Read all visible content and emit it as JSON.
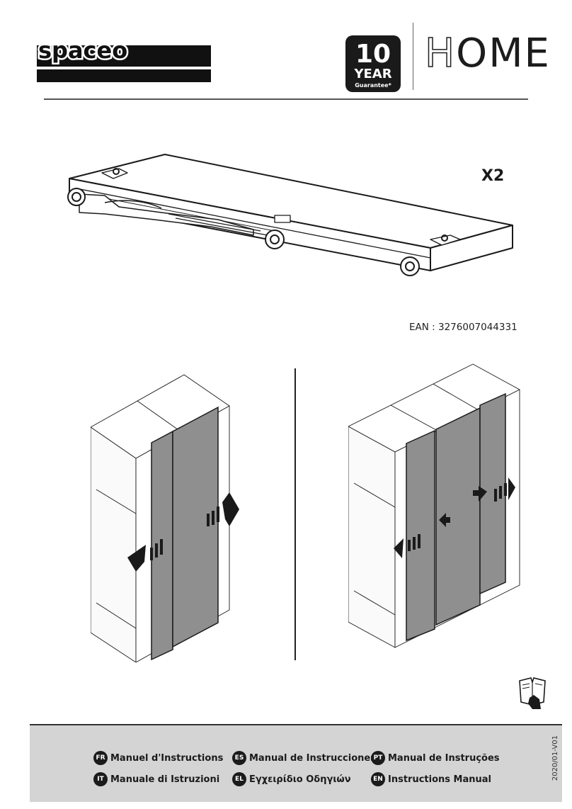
{
  "brand": {
    "name": "spaceo"
  },
  "guarantee": {
    "years": "10",
    "unit": "YEAR",
    "label": "Guarantee*"
  },
  "collection": {
    "title": "HOME"
  },
  "product": {
    "quantity": "X2",
    "ean": "EAN : 3276007044331"
  },
  "illustrations": {
    "rail": "sliding-door-rail-icon",
    "two_door": "two-door-wardrobe-icon",
    "three_door": "three-door-wardrobe-icon",
    "read_manual": "read-manual-icon"
  },
  "colors": {
    "panel": "#8f8f8f",
    "outline": "#1a1a1a",
    "footer_bg": "#d4d4d4"
  },
  "manuals": [
    {
      "code": "FR",
      "label": "Manuel d'Instructions"
    },
    {
      "code": "ES",
      "label": "Manual de Instrucciones"
    },
    {
      "code": "PT",
      "label": "Manual de Instruções"
    },
    {
      "code": "IT",
      "label": "Manuale di Istruzioni"
    },
    {
      "code": "EL",
      "label": "Εγχειρίδιο Οδηγιών"
    },
    {
      "code": "EN",
      "label": "Instructions Manual"
    }
  ],
  "version": "2020/01-V01"
}
